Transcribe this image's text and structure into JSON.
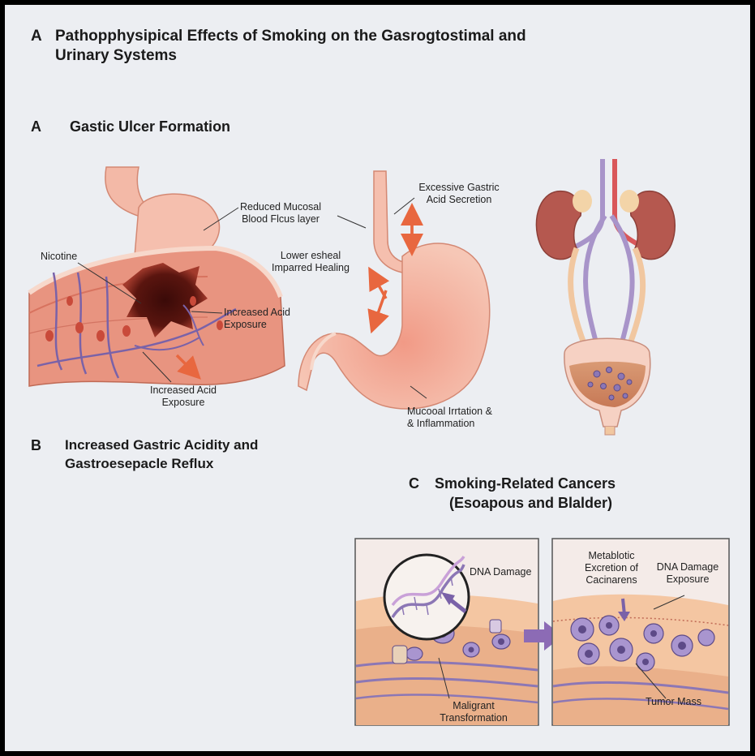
{
  "title": {
    "letter": "A",
    "text": "Pathopphysipical Effects of Smoking on the Gasrogtostimal and",
    "text2": "Urinary Systems"
  },
  "section_a": {
    "letter": "A",
    "text": "Gastic Ulcer Formation"
  },
  "section_b": {
    "letter": "B",
    "text": "Increased Gastric Acidity and",
    "text2": "Gastroesepacle Reflux"
  },
  "section_c": {
    "letter": "C",
    "text": "Smoking-Related Cancers",
    "text2": "(Esoapous and Blalder)"
  },
  "labels": {
    "nicotine": "Nicotine",
    "reduced_mucosal_1": "Reduced Mucosal",
    "reduced_mucosal_2": "Blood Flcus layer",
    "increased_acid_1a": "Increased Acid",
    "increased_acid_1b": "Exposure",
    "increased_acid_2a": "Increased Acid",
    "increased_acid_2b": "Exposure",
    "excessive_1": "Excessive Gastric",
    "excessive_2": "Acid Secretion",
    "lower_1": "Lower esheal",
    "lower_2": "Imparred Healing",
    "mucosal_irr_1": "Mucooal Irrtation &",
    "mucosal_irr_2": "& Inflammation",
    "dna_damage_1": "DNA Damage",
    "metabolic_1": "Metablotic",
    "metabolic_2": "Excretion of",
    "metabolic_3": "Cacinarens",
    "dna_damage_2a": "DNA Damage",
    "dna_damage_2b": "Exposure",
    "malignant_1": "Maligrant",
    "malignant_2": "Transformation",
    "tumor_mass": "Tumor Mass"
  },
  "colors": {
    "background": "#eceef2",
    "stomach": "#f2b7a6",
    "stomach_dark": "#d9826d",
    "arrow": "#e8673f",
    "vessel": "#7a62a8",
    "kidney": "#b5584f",
    "tissue": "#f4c6a2",
    "cell": "#8c77b5"
  }
}
